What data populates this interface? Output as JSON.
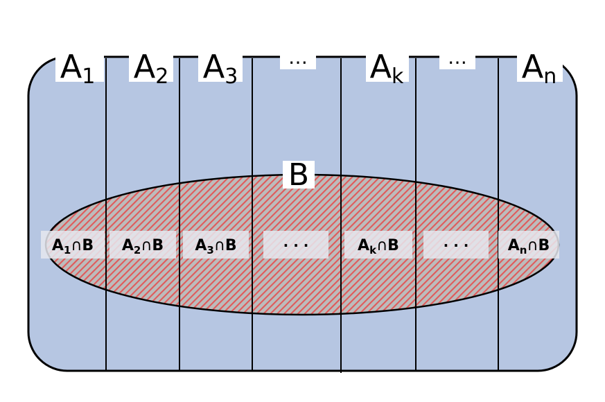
{
  "colors": {
    "universe_fill": "#b6c6e2",
    "stroke": "#000000",
    "hatch_red": "#e05a5a",
    "hatch_gray": "#bcbcbc",
    "label_box": "#e6e8ef"
  },
  "partitions": [
    {
      "base": "A",
      "sub": "1"
    },
    {
      "base": "A",
      "sub": "2"
    },
    {
      "base": "A",
      "sub": "3"
    },
    {
      "base": "…",
      "sub": ""
    },
    {
      "base": "A",
      "sub": "k"
    },
    {
      "base": "…",
      "sub": ""
    },
    {
      "base": "A",
      "sub": "n"
    }
  ],
  "set_b_label": "B",
  "intersections": [
    {
      "base": "A",
      "sub": "1",
      "op": "∩",
      "set": "B"
    },
    {
      "base": "A",
      "sub": "2",
      "op": "∩",
      "set": "B"
    },
    {
      "base": "A",
      "sub": "3",
      "op": "∩",
      "set": "B"
    },
    {
      "base": "· · ·",
      "sub": "",
      "op": "",
      "set": ""
    },
    {
      "base": "A",
      "sub": "k",
      "op": "∩",
      "set": "B"
    },
    {
      "base": "· · ·",
      "sub": "",
      "op": "",
      "set": ""
    },
    {
      "base": "A",
      "sub": "n",
      "op": "∩",
      "set": "B"
    }
  ]
}
